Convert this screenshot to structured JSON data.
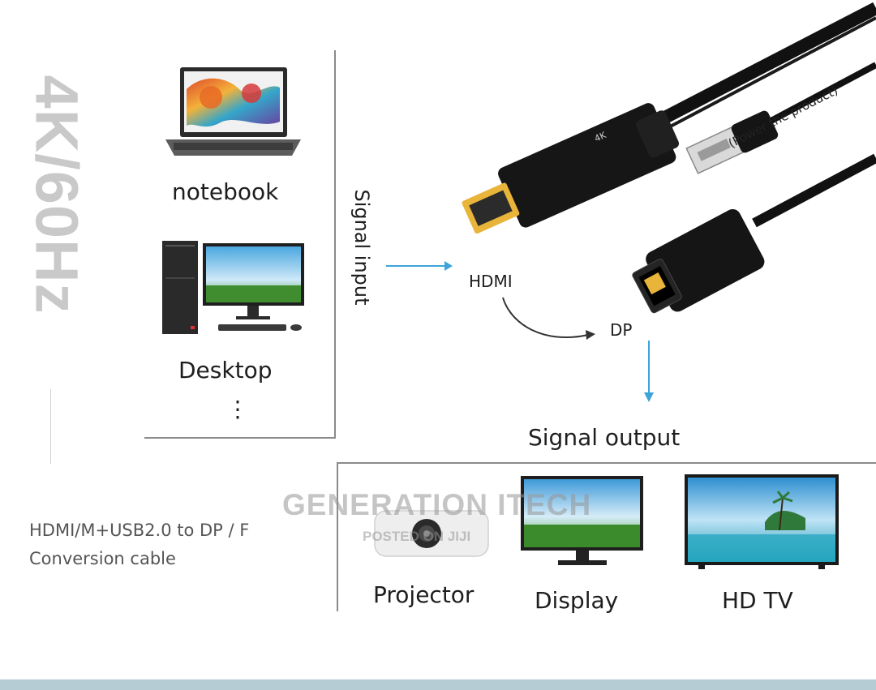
{
  "spec_title": "4K/60Hz",
  "product_description": [
    "HDMI/M+USB2.0 to DP / F",
    "Conversion cable"
  ],
  "sources": [
    {
      "name": "notebook",
      "icon": "laptop-icon"
    },
    {
      "name": "Desktop",
      "icon": "desktop-computer-icon"
    }
  ],
  "more_indicator": "⋮",
  "signal_input": "Signal input",
  "connectors": {
    "hdmi": "HDMI",
    "dp": "DP",
    "hdmi_plug_text": "4K",
    "power_note": "(Power the product)"
  },
  "signal_output": "Signal output",
  "outputs": [
    {
      "name": "Projector",
      "icon": "projector-icon"
    },
    {
      "name": "Display",
      "icon": "monitor-icon"
    },
    {
      "name": "HD TV",
      "icon": "tv-icon"
    }
  ],
  "watermark": {
    "brand": "GENERATION ITECH",
    "note": "POSTED ON JIJI"
  },
  "colors": {
    "arrow": "#3ba4d8",
    "title_gray": "#c9c9c9",
    "cable": "#111111",
    "hdmi_gold": "#e8b43a"
  }
}
